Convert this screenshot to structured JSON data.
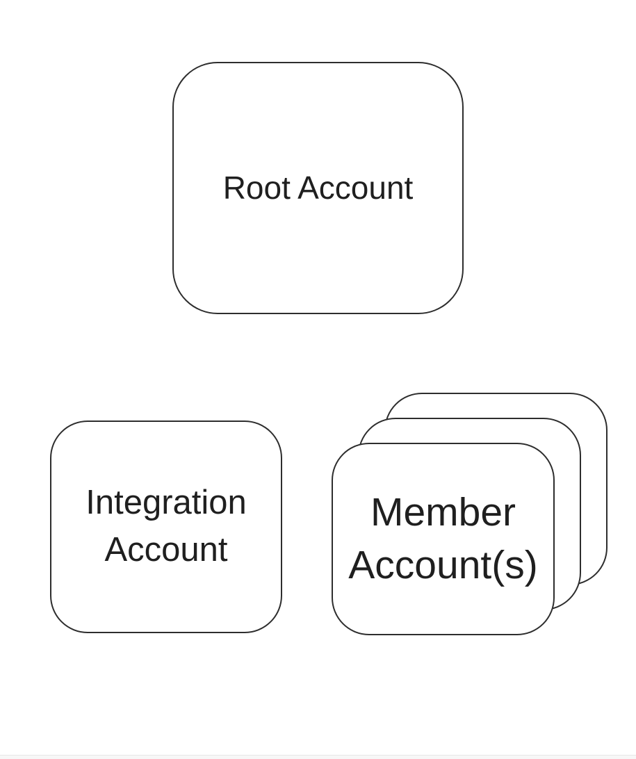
{
  "theme": {
    "canvas_bg": "#ffffff",
    "stroke_color": "#2d2d2d",
    "text_color": "#1f1f1f",
    "footer_line": "#e7e7e7",
    "footer_bg": "#f7f7f7"
  },
  "diagram": {
    "nodes": {
      "root": {
        "label": "Root Account"
      },
      "integration": {
        "label": "Integration Account"
      },
      "member": {
        "label": "Member Account(s)",
        "stack_count": 3
      }
    }
  }
}
